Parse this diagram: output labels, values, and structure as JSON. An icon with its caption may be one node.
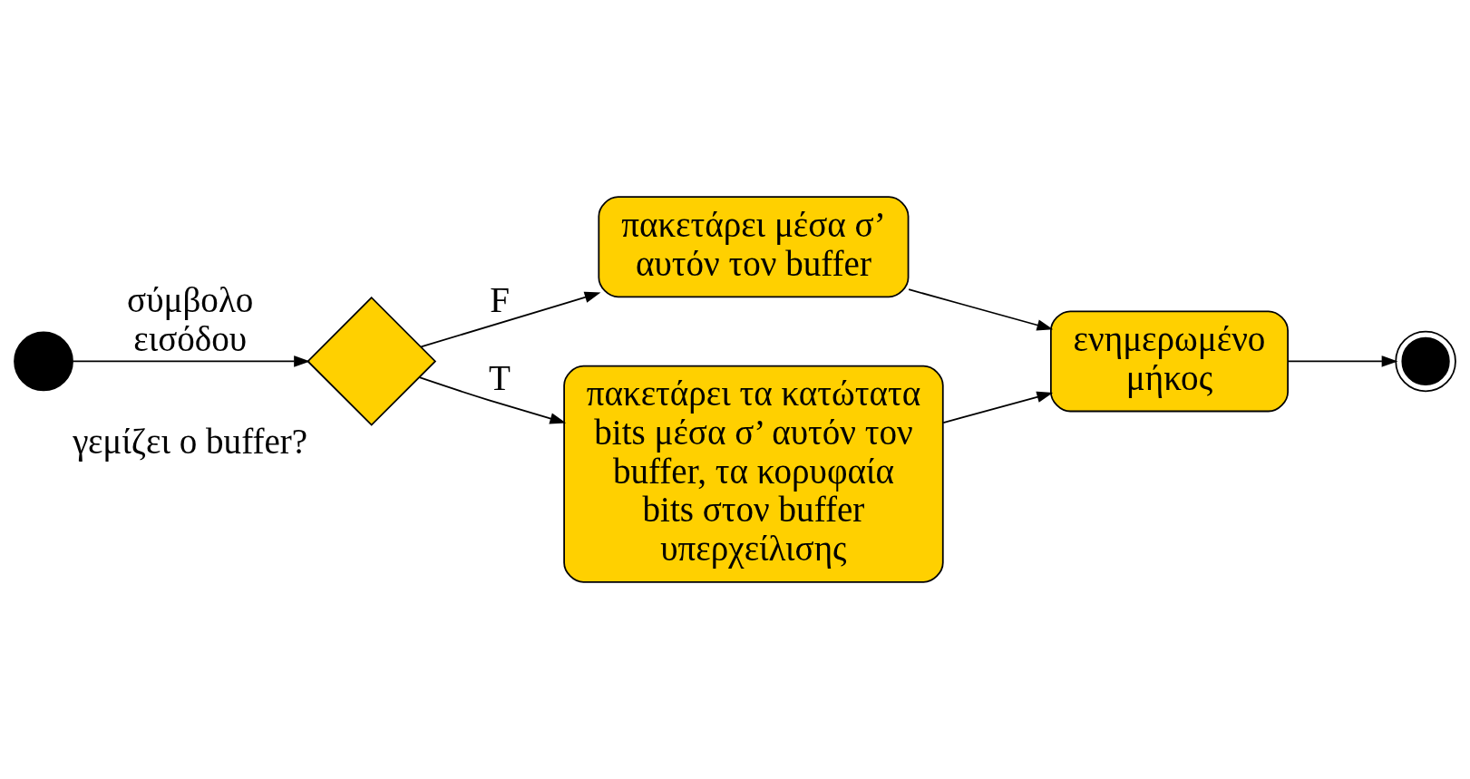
{
  "diagram": {
    "nodes": [
      {
        "text": [],
        "shape": "circle"
      },
      {
        "text": [],
        "shape": "diamond",
        "beside": [
          "γεμίζει ο buffer?"
        ]
      },
      {
        "text": [
          "πακετάρει μέσα σ’ αυτόν τον buffer"
        ]
      },
      {
        "text": [
          "πακετάρει τα κατώτατα bits μέσα σ’ αυτόν τον buffer, τα κορυφαία bits στον buffer υπερχείλισης"
        ]
      },
      {
        "text": [
          "ενημερωμένο μήκος"
        ]
      },
      {
        "text": [],
        "shape": "circle"
      }
    ],
    "edges": [
      {
        "from": 0,
        "to": 1,
        "arrow": "to",
        "label": "σύμβολο εισόδου"
      },
      {
        "from": 1,
        "to": 2,
        "arrow": "to",
        "label": "F"
      },
      {
        "from": 1,
        "to": 3,
        "arrow": "to",
        "label": "T"
      },
      {
        "from": 2,
        "to": 4,
        "arrow": "to"
      },
      {
        "from": 3,
        "to": 4,
        "arrow": "to"
      },
      {
        "from": 4,
        "to": 5,
        "arrow": "to"
      }
    ]
  }
}
